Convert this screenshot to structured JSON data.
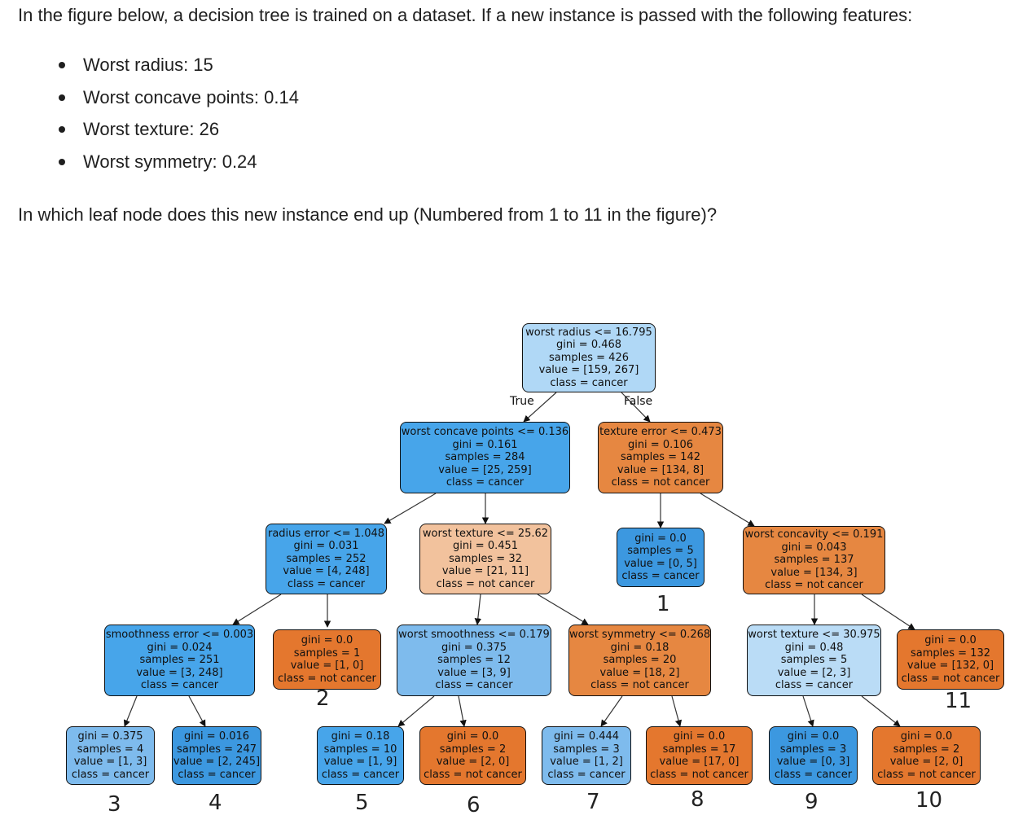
{
  "intro": "In the figure below, a decision tree is trained on a dataset. If a new instance is passed with the following features:",
  "features": [
    "Worst radius: 15",
    "Worst concave points: 0.14",
    "Worst texture: 26",
    "Worst symmetry: 0.24"
  ],
  "question": "In which leaf node does this new instance end up (Numbered from 1 to 11 in the figure)?",
  "tree": {
    "edge_true": "True",
    "edge_false": "False",
    "nodes": {
      "root": [
        "worst radius <= 16.795",
        "gini = 0.468",
        "samples = 426",
        "value = [159, 267]",
        "class = cancer"
      ],
      "n1": [
        "worst concave points <= 0.136",
        "gini = 0.161",
        "samples = 284",
        "value = [25, 259]",
        "class = cancer"
      ],
      "n2": [
        "texture error <= 0.473",
        "gini = 0.106",
        "samples = 142",
        "value = [134, 8]",
        "class = not cancer"
      ],
      "n3": [
        "radius error <= 1.048",
        "gini = 0.031",
        "samples = 252",
        "value = [4, 248]",
        "class = cancer"
      ],
      "n4": [
        "worst texture <= 25.62",
        "gini = 0.451",
        "samples = 32",
        "value = [21, 11]",
        "class = not cancer"
      ],
      "leaf1": [
        "gini = 0.0",
        "samples = 5",
        "value = [0, 5]",
        "class = cancer"
      ],
      "n5": [
        "worst concavity <= 0.191",
        "gini = 0.043",
        "samples = 137",
        "value = [134, 3]",
        "class = not cancer"
      ],
      "n6": [
        "smoothness error <= 0.003",
        "gini = 0.024",
        "samples = 251",
        "value = [3, 248]",
        "class = cancer"
      ],
      "leaf2": [
        "gini = 0.0",
        "samples = 1",
        "value = [1, 0]",
        "class = not cancer"
      ],
      "n7": [
        "worst smoothness <= 0.179",
        "gini = 0.375",
        "samples = 12",
        "value = [3, 9]",
        "class = cancer"
      ],
      "n8": [
        "worst symmetry <= 0.268",
        "gini = 0.18",
        "samples = 20",
        "value = [18, 2]",
        "class = not cancer"
      ],
      "n9": [
        "worst texture <= 30.975",
        "gini = 0.48",
        "samples = 5",
        "value = [2, 3]",
        "class = cancer"
      ],
      "leaf11": [
        "gini = 0.0",
        "samples = 132",
        "value = [132, 0]",
        "class = not cancer"
      ],
      "leaf3": [
        "gini = 0.375",
        "samples = 4",
        "value = [1, 3]",
        "class = cancer"
      ],
      "leaf4": [
        "gini = 0.016",
        "samples = 247",
        "value = [2, 245]",
        "class = cancer"
      ],
      "leaf5": [
        "gini = 0.18",
        "samples = 10",
        "value = [1, 9]",
        "class = cancer"
      ],
      "leaf6": [
        "gini = 0.0",
        "samples = 2",
        "value = [2, 0]",
        "class = not cancer"
      ],
      "leaf7": [
        "gini = 0.444",
        "samples = 3",
        "value = [1, 2]",
        "class = cancer"
      ],
      "leaf8": [
        "gini = 0.0",
        "samples = 17",
        "value = [17, 0]",
        "class = not cancer"
      ],
      "leaf9": [
        "gini = 0.0",
        "samples = 3",
        "value = [0, 3]",
        "class = cancer"
      ],
      "leaf10": [
        "gini = 0.0",
        "samples = 2",
        "value = [2, 0]",
        "class = not cancer"
      ]
    },
    "leaf_numbers": {
      "leaf1": "1",
      "leaf2": "2",
      "leaf3": "3",
      "leaf4": "4",
      "leaf5": "5",
      "leaf6": "6",
      "leaf7": "7",
      "leaf8": "8",
      "leaf9": "9",
      "leaf10": "10",
      "leaf11": "11"
    },
    "colors": {
      "light_blue": "#b0d8f6",
      "blue": "#47a5ea",
      "medium_blue": "#7ebbed",
      "orange": "#e68741",
      "light_orange": "#f2c29d"
    }
  }
}
